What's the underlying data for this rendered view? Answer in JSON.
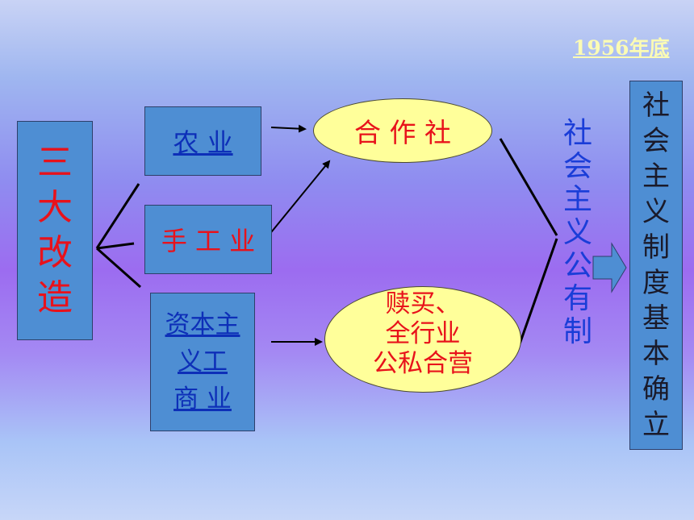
{
  "date": "1956年底",
  "left": {
    "title_chars": [
      "三",
      "大",
      "改",
      "造"
    ]
  },
  "sectors": {
    "agriculture": "农 业",
    "handicraft": "手 工 业",
    "capitalist_line1": "资本主",
    "capitalist_line2": "义工",
    "capitalist_line3": "商 业"
  },
  "ellipses": {
    "cooperative": "合 作 社",
    "redeem_line1": "赎买、",
    "redeem_line2": "全行业",
    "redeem_line3": "公私合营"
  },
  "public_ownership_chars": [
    "社",
    "会",
    "主",
    "义",
    "公",
    "有",
    "制"
  ],
  "result_chars": [
    "社",
    "会",
    "主",
    "义",
    "制",
    "度",
    "基",
    "本",
    "确",
    "立"
  ],
  "colors": {
    "red": "#e8121b",
    "link": "#0d2fb8",
    "box": "#4e8ed3",
    "ellipse": "#ffff9a"
  }
}
